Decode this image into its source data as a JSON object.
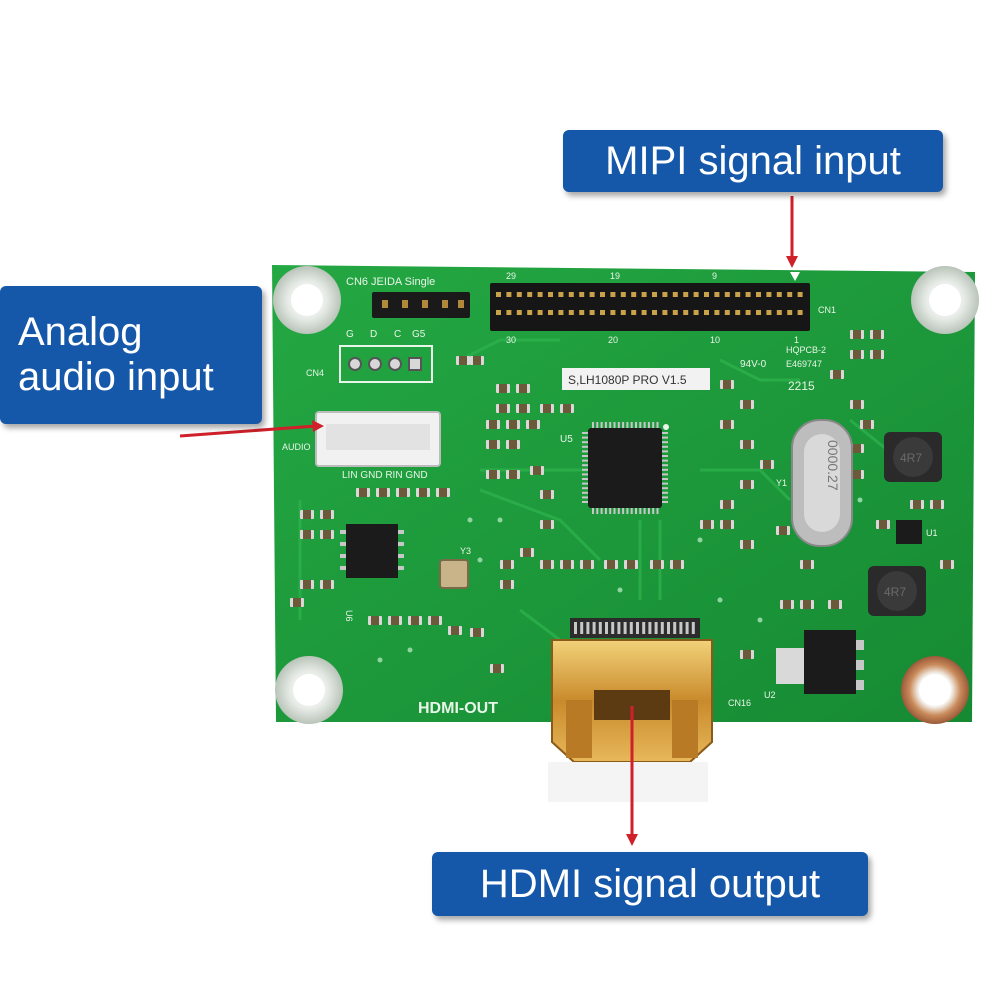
{
  "callouts": {
    "mipi": "MIPI signal input",
    "audio_line1": "Analog",
    "audio_line2": "audio input",
    "hdmi": "HDMI signal output"
  },
  "board": {
    "header_label": "CN6  JEIDA  Single",
    "cn1": "CN1",
    "cn4": "CN4",
    "pins_gdcg": [
      "G",
      "D",
      "C",
      "G5"
    ],
    "pins_30": "30",
    "pins_20": "20",
    "pins_10": "10",
    "pins_1": "1",
    "pins_29": "29",
    "pins_19": "19",
    "pins_9": "9",
    "version": "S,LH1080P PRO V1.5",
    "cert1": "HQPCB-2",
    "cert2": "94V-0",
    "cert3": "E469747",
    "date_code": "2215",
    "audio_label": "AUDIO",
    "audio_pins": "LIN GND RIN GND",
    "u5": "U5",
    "u6": "U6",
    "u1": "U1",
    "u2": "U2",
    "y1": "Y1",
    "y3": "Y3",
    "crystal_text": "0000.27",
    "inductor_text": "4R7",
    "hdmi_out": "HDMI-OUT",
    "cn16": "CN16"
  },
  "colors": {
    "callout_bg": "#1557a8",
    "pcb": "#1f9a3a",
    "arrow": "#d0202a",
    "connector_gold": "#d9a441"
  }
}
